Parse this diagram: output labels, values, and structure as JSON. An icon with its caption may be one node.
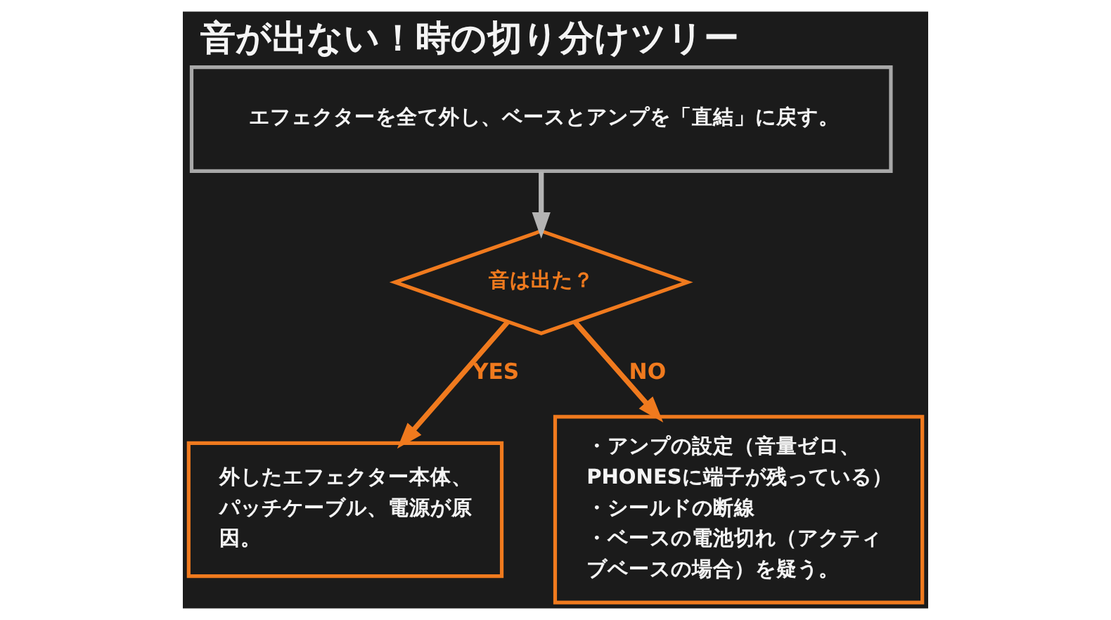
{
  "diagram": {
    "title": "音が出ない！時の切り分けツリー",
    "nodes": [
      {
        "text": [
          "エフェクターを全て外し、ベースとアンプを「直結」に戻す。"
        ]
      },
      {
        "text": [
          "音は出た？"
        ]
      },
      {
        "text": [
          "外したエフェクター本体、パッチケーブル、電源が原因。"
        ]
      },
      {
        "text": [
          "・アンプの設定（音量ゼロ、PHONESに端子が残っている）",
          "・シールドの断線",
          "・ベースの電池切れ（アクティブベースの場合）を疑う。"
        ]
      }
    ],
    "edges": [
      {
        "from": 0,
        "to": 1,
        "arrow": "to",
        "color": "#b4b4b4"
      },
      {
        "from": 1,
        "to": 2,
        "arrow": "to",
        "label": "YES"
      },
      {
        "from": 1,
        "to": 3,
        "arrow": "to",
        "label": "NO"
      }
    ]
  }
}
